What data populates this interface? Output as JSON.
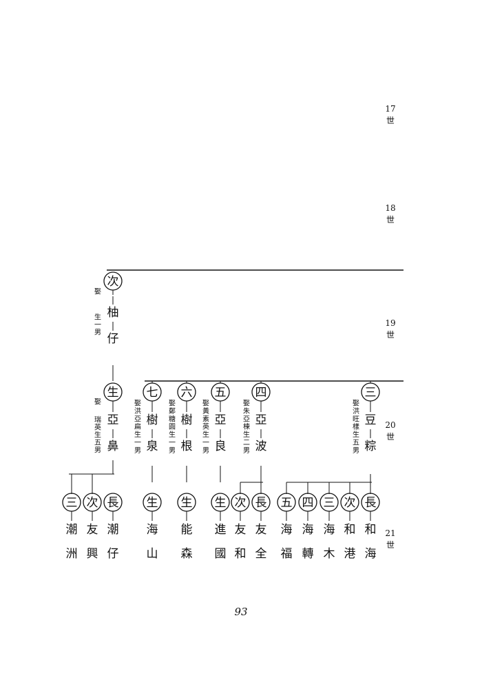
{
  "generations": [
    {
      "num": "17",
      "char": "世"
    },
    {
      "num": "18",
      "char": "世"
    },
    {
      "num": "19",
      "char": "世"
    },
    {
      "num": "20",
      "char": "世"
    },
    {
      "num": "21",
      "char": "世"
    }
  ],
  "gen19": [
    {
      "order": "次",
      "name": [
        "柚",
        "仔"
      ],
      "note": {
        "left": "娶",
        "right": "生一男"
      }
    }
  ],
  "gen20": [
    {
      "order": "生",
      "name": [
        "亞",
        "鼻"
      ],
      "note": {
        "left": "娶",
        "right": "瑞英生五男"
      }
    },
    {
      "order": "七",
      "name": [
        "樹",
        "泉"
      ],
      "note": {
        "text": "娶洪亞扁生一男"
      }
    },
    {
      "order": "六",
      "name": [
        "樹",
        "根"
      ],
      "note": {
        "text": "娶鄭糖圓生一男"
      }
    },
    {
      "order": "五",
      "name": [
        "亞",
        "良"
      ],
      "note": {
        "text": "娶黃素英生一男"
      }
    },
    {
      "order": "四",
      "name": [
        "亞",
        "波"
      ],
      "note": {
        "text": "娶朱亞棟生二男"
      }
    },
    {
      "order": "三",
      "name": [
        "豆",
        "粽"
      ],
      "note": {
        "text": "娶洪旺樣生五男"
      }
    }
  ],
  "gen21": [
    {
      "order": "三",
      "name": [
        "潮",
        "洲"
      ]
    },
    {
      "order": "次",
      "name": [
        "友",
        "興"
      ]
    },
    {
      "order": "長",
      "name": [
        "潮",
        "仔"
      ]
    },
    {
      "order": "生",
      "name": [
        "海",
        "山"
      ]
    },
    {
      "order": "生",
      "name": [
        "能",
        "森"
      ]
    },
    {
      "order": "生",
      "name": [
        "進",
        "國"
      ]
    },
    {
      "order": "次",
      "name": [
        "友",
        "和"
      ]
    },
    {
      "order": "長",
      "name": [
        "友",
        "全"
      ]
    },
    {
      "order": "五",
      "name": [
        "海",
        "福"
      ]
    },
    {
      "order": "四",
      "name": [
        "海",
        "轉"
      ]
    },
    {
      "order": "三",
      "name": [
        "海",
        "木"
      ]
    },
    {
      "order": "次",
      "name": [
        "和",
        "港"
      ]
    },
    {
      "order": "長",
      "name": [
        "和",
        "海"
      ]
    }
  ],
  "page_number": "93",
  "colors": {
    "ink": "#111111",
    "paper": "#ffffff"
  }
}
